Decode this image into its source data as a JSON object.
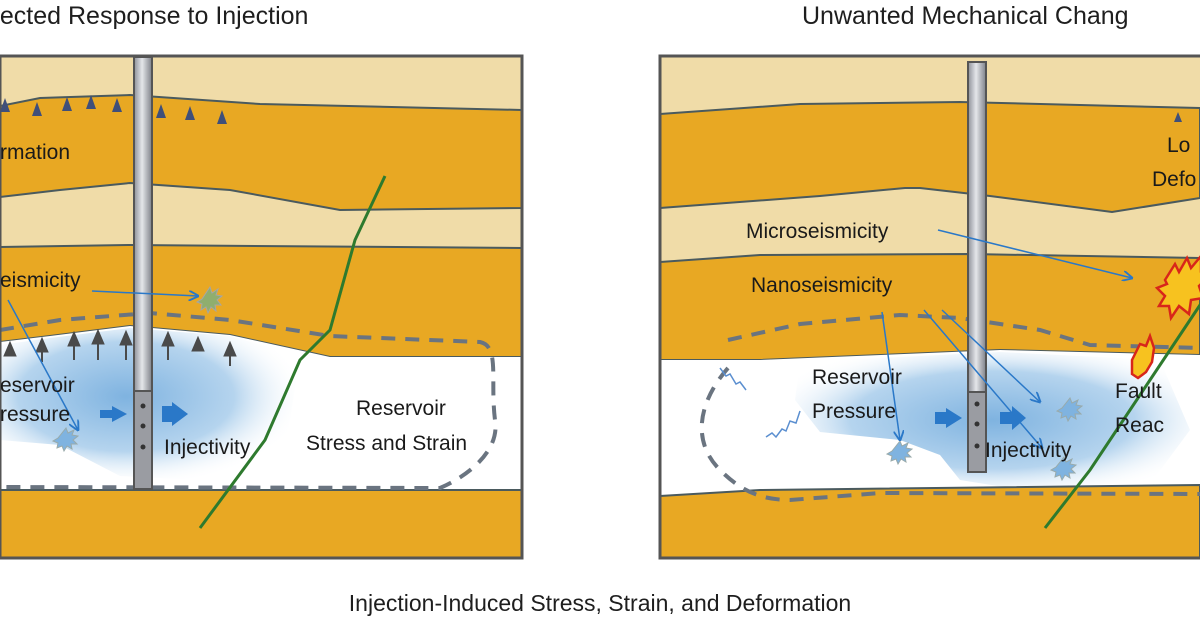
{
  "figure": {
    "caption": "Injection-Induced Stress, Strain, and Deformation",
    "colors": {
      "light_rock": "#f0dca8",
      "dark_rock": "#e8a823",
      "boundary": "#4a5a5e",
      "well": "#b8bcc4",
      "pressure_plume": "#8fbde3",
      "fault": "#2e7a2e",
      "arrow_blue": "#2a78c8",
      "rupture_fill": "#f7c21f",
      "rupture_edge": "#d8261a"
    }
  },
  "left_panel": {
    "title": "Expected Response to Injection",
    "title_visible": "pected Response to Injection",
    "labels": {
      "deformation": "rmation",
      "microseismicity": "eismicity",
      "reservoir_pressure_1": "eservoir",
      "reservoir_pressure_2": "ressure",
      "injectivity": "Injectivity",
      "stress_strain_1": "Reservoir",
      "stress_strain_2": "Stress and Strain"
    }
  },
  "right_panel": {
    "title": "Unwanted Mechanical Chang",
    "labels": {
      "local_deformation_1": "Lo",
      "local_deformation_2": "Defo",
      "microseismicity": "Microseismicity",
      "nanoseismicity": "Nanoseismicity",
      "reservoir_pressure_1": "Reservoir",
      "reservoir_pressure_2": "Pressure",
      "injectivity": "Injectivity",
      "fault_reactivation_1": "Fault",
      "fault_reactivation_2": "Reac"
    }
  }
}
